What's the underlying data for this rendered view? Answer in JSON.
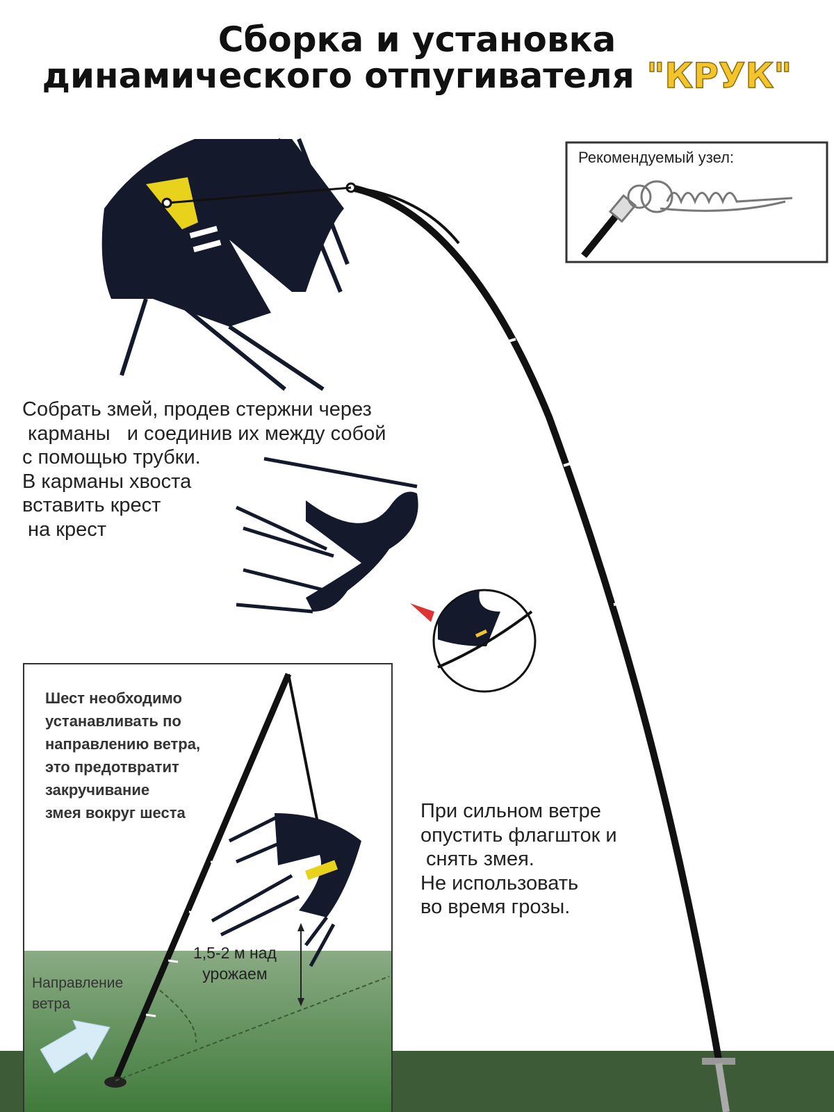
{
  "title": {
    "line1": "Сборка и установка",
    "line2": "динамического отпугивателя",
    "brand": "\"КРУК\""
  },
  "knot": {
    "label": "Рекомендуемый узел:"
  },
  "assembly_text": "Собрать змей, продев стержни через\n карманы   и соединив их между собой\nс помощью трубки.\nВ карманы хвоста\nвставить крест\n на крест",
  "wind_text": "При сильном ветре\nопустить флагшток и\n снять змея.\nНе использовать\nво время грозы.",
  "pole_note": "Шест необходимо\nустанавливать по\nнаправлению ветра,\nэто предотвратит\nзакручивание\nзмея вокруг шеста",
  "height_label": "1,5-2 м над\nурожаем",
  "wind_direction_label": "Направление\nветра",
  "colors": {
    "accent": "#f3c42c",
    "kite": "#141a2b",
    "grass": "#4f7f48",
    "ground": "#3d5b36"
  }
}
